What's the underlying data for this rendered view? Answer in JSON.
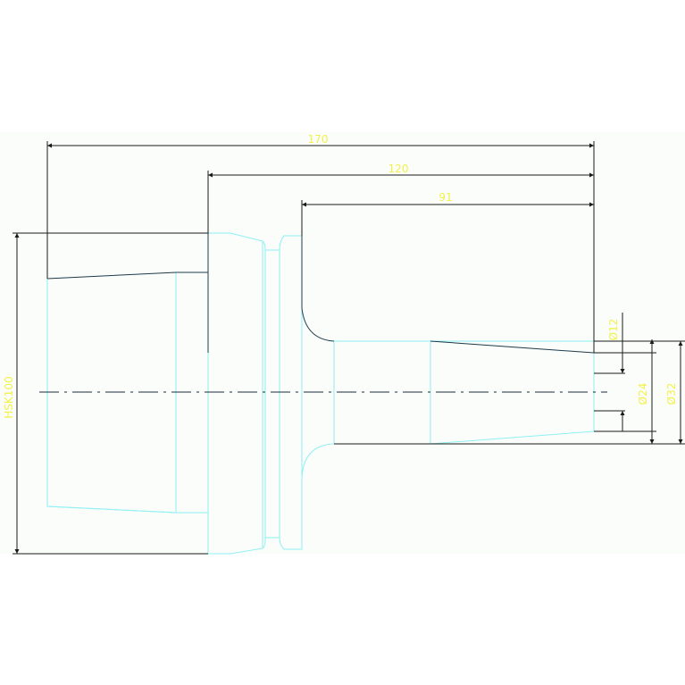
{
  "colors": {
    "background": "#fafdfa",
    "page": "#ffffff",
    "outline": "#8ff0f4",
    "dim_line": "#1a1a1a",
    "centerline": "#1c2a3a",
    "dim_text": "#f2f24a"
  },
  "dimensions": {
    "length_overall": "170",
    "length_mid": "120",
    "length_tool": "91",
    "dia_bore": "Ø12",
    "dia_tip": "Ø24",
    "dia_shank": "Ø32",
    "holder": "HSK100"
  }
}
